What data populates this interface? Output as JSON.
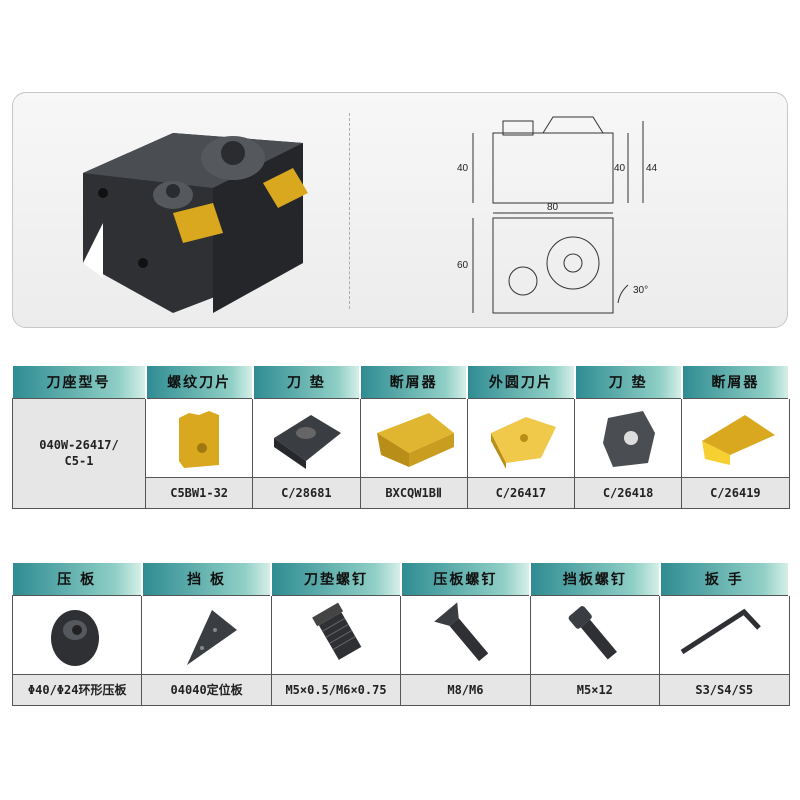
{
  "drawing": {
    "dims": [
      "40",
      "40",
      "44",
      "80",
      "60",
      "30°"
    ]
  },
  "table1": {
    "headers": [
      "刀座型号",
      "螺纹刀片",
      "刀 垫",
      "断屑器",
      "外圆刀片",
      "刀 垫",
      "断屑器"
    ],
    "model_line1": "040W-26417/",
    "model_line2": "C5-1",
    "codes": [
      "C5BW1-32",
      "C/28681",
      "BXCQW1BⅡ",
      "C/26417",
      "C/26418",
      "C/26419"
    ]
  },
  "table2": {
    "headers": [
      "压 板",
      "挡 板",
      "刀垫螺钉",
      "压板螺钉",
      "挡板螺钉",
      "扳 手"
    ],
    "codes": [
      "Φ40/Φ24环形压板",
      "04040定位板",
      "M5×0.5/M6×0.75",
      "M8/M6",
      "M5×12",
      "S3/S4/S5"
    ]
  },
  "colors": {
    "header_start": "#2f8c92",
    "header_end": "#d6efe8",
    "gold": "#d9a81e",
    "dark": "#3a3d42"
  }
}
